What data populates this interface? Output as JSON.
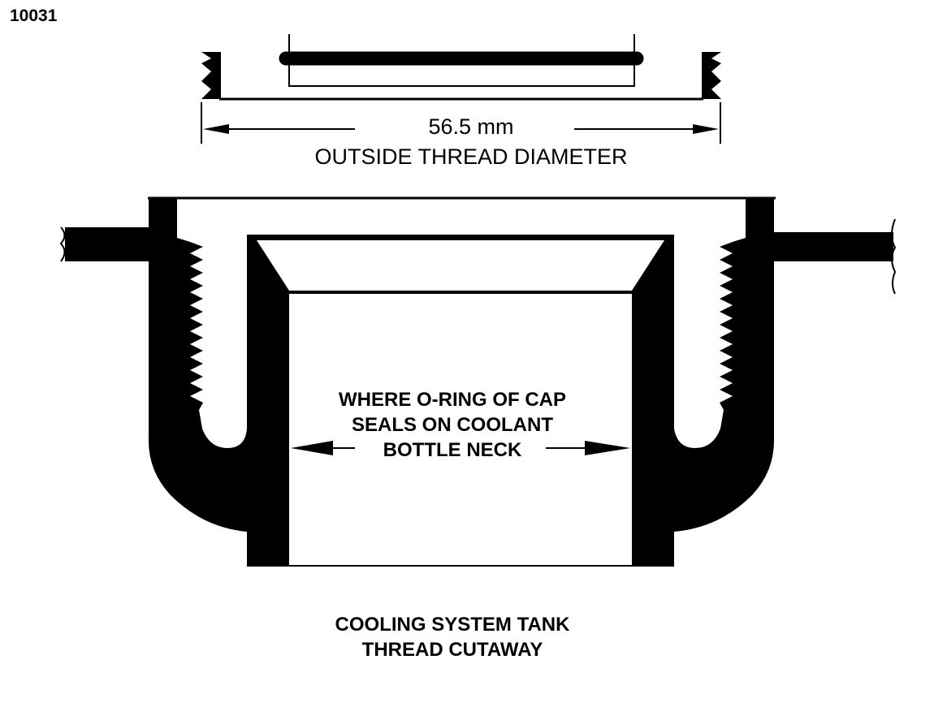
{
  "figure_id": "10031",
  "dimension": {
    "value": "56.5 mm",
    "caption": "OUTSIDE THREAD DIAMETER"
  },
  "seal_note": {
    "lines": [
      "WHERE O-RING OF CAP",
      "SEALS ON COOLANT",
      "BOTTLE NECK"
    ]
  },
  "title": {
    "lines": [
      "COOLING SYSTEM TANK",
      "THREAD CUTAWAY"
    ]
  },
  "colors": {
    "ink": "#000000",
    "paper": "#ffffff"
  }
}
